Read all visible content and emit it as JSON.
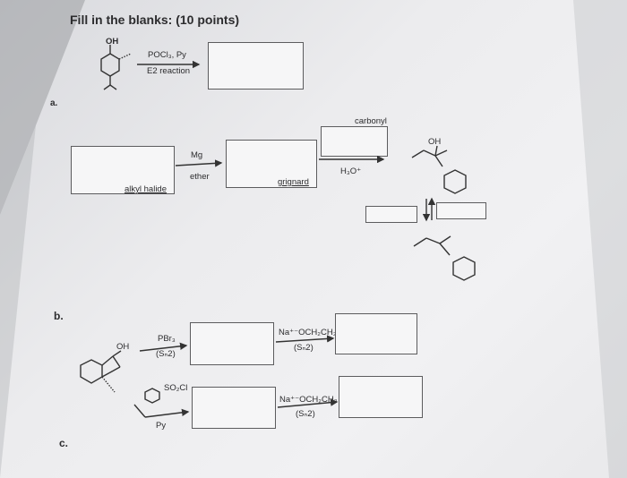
{
  "header": {
    "title": "Fill in the blanks: (10 points)"
  },
  "parts": {
    "a": "a.",
    "b": "b.",
    "c": "c."
  },
  "row1": {
    "oh": "OH",
    "reagent": "POCl₃, Py",
    "condition": "E2 reaction"
  },
  "row2": {
    "box1_label": "alkyl halide",
    "reagent_top": "Mg",
    "reagent_bottom": "ether",
    "box2_label": "grignard",
    "box3_label": "carbonyl",
    "hydrolysis": "H₃O⁺",
    "oh": "OH"
  },
  "row3": {
    "oh": "OH",
    "reagent1_top": "PBr₃",
    "reagent1_bottom": "(Sₙ2)",
    "reagent2_top": "Na⁺⁻OCH₂CH₃",
    "reagent2_bottom": "(Sₙ2)"
  },
  "row4": {
    "sulfonyl": "SO₂Cl",
    "base": "Py",
    "reagent_top": "Na⁺⁻OCH₂CH₃",
    "reagent_bottom": "(Sₙ2)"
  }
}
